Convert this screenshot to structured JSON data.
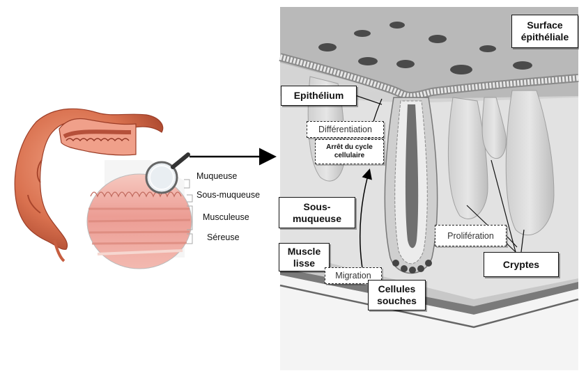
{
  "left_panel": {
    "layers": [
      "Muqueuse",
      "Sous-muqueuse",
      "Musculeuse",
      "Séreuse"
    ]
  },
  "right_panel": {
    "labels": {
      "surface": "Surface\népithéliale",
      "epithelium": "Epithélium",
      "differentiation": "Différentiation",
      "arret": "Arrêt du cycle\ncellulaire",
      "sous_muqueuse": "Sous-\nmuqueuse",
      "proliferation": "Prolifération",
      "muscle_lisse": "Muscle\nlisse",
      "migration": "Migration",
      "cryptes": "Cryptes",
      "cellules_souches": "Cellules\nsouches"
    }
  }
}
